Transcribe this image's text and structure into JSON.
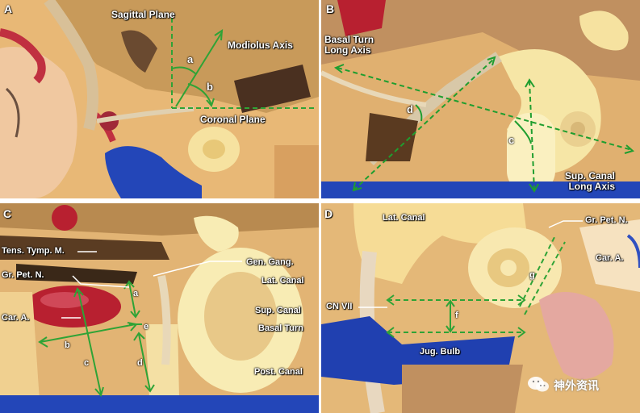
{
  "panels": {
    "a": {
      "letter": "A",
      "labels": {
        "sagittal_plane": "Sagittal Plane",
        "modiolus_axis": "Modiolus Axis",
        "coronal_plane": "Coronal Plane"
      },
      "measurements": [
        "a",
        "b"
      ]
    },
    "b": {
      "letter": "B",
      "labels": {
        "basal_turn_long_axis": "Basal Turn\nLong Axis",
        "sup_canal_long_axis": "Sup. Canal\nLong Axis"
      },
      "measurements": [
        "c",
        "d"
      ]
    },
    "c": {
      "letter": "C",
      "labels": {
        "tens_tymp": "Tens. Tymp. M.",
        "gr_pet_n": "Gr. Pet. N.",
        "gen_gang": "Gen. Gang.",
        "lat_canal": "Lat. Canal",
        "car_a": "Car. A.",
        "sup_canal": "Sup. Canal",
        "basal_turn": "Basal Turn",
        "post_canal": "Post. Canal"
      },
      "measurements": [
        "a",
        "b",
        "c",
        "d",
        "e"
      ]
    },
    "d": {
      "letter": "D",
      "labels": {
        "lat_canal": "Lat. Canal",
        "gr_pet_n": "Gr. Pet. N.",
        "car_a": "Car. A.",
        "cn_vii": "CN VII",
        "jug_bulb": "Jug. Bulb"
      },
      "measurements": [
        "f",
        "g"
      ]
    }
  },
  "watermark": {
    "text": "神外资讯",
    "icon": "wechat-icon"
  },
  "colors": {
    "measure_line": "#2fa336",
    "arrow_line": "#1f9e2f",
    "bone": "#f0cf86",
    "carotid": "#b82030",
    "jugular": "#2346b8",
    "canal": "#fbefb3"
  }
}
